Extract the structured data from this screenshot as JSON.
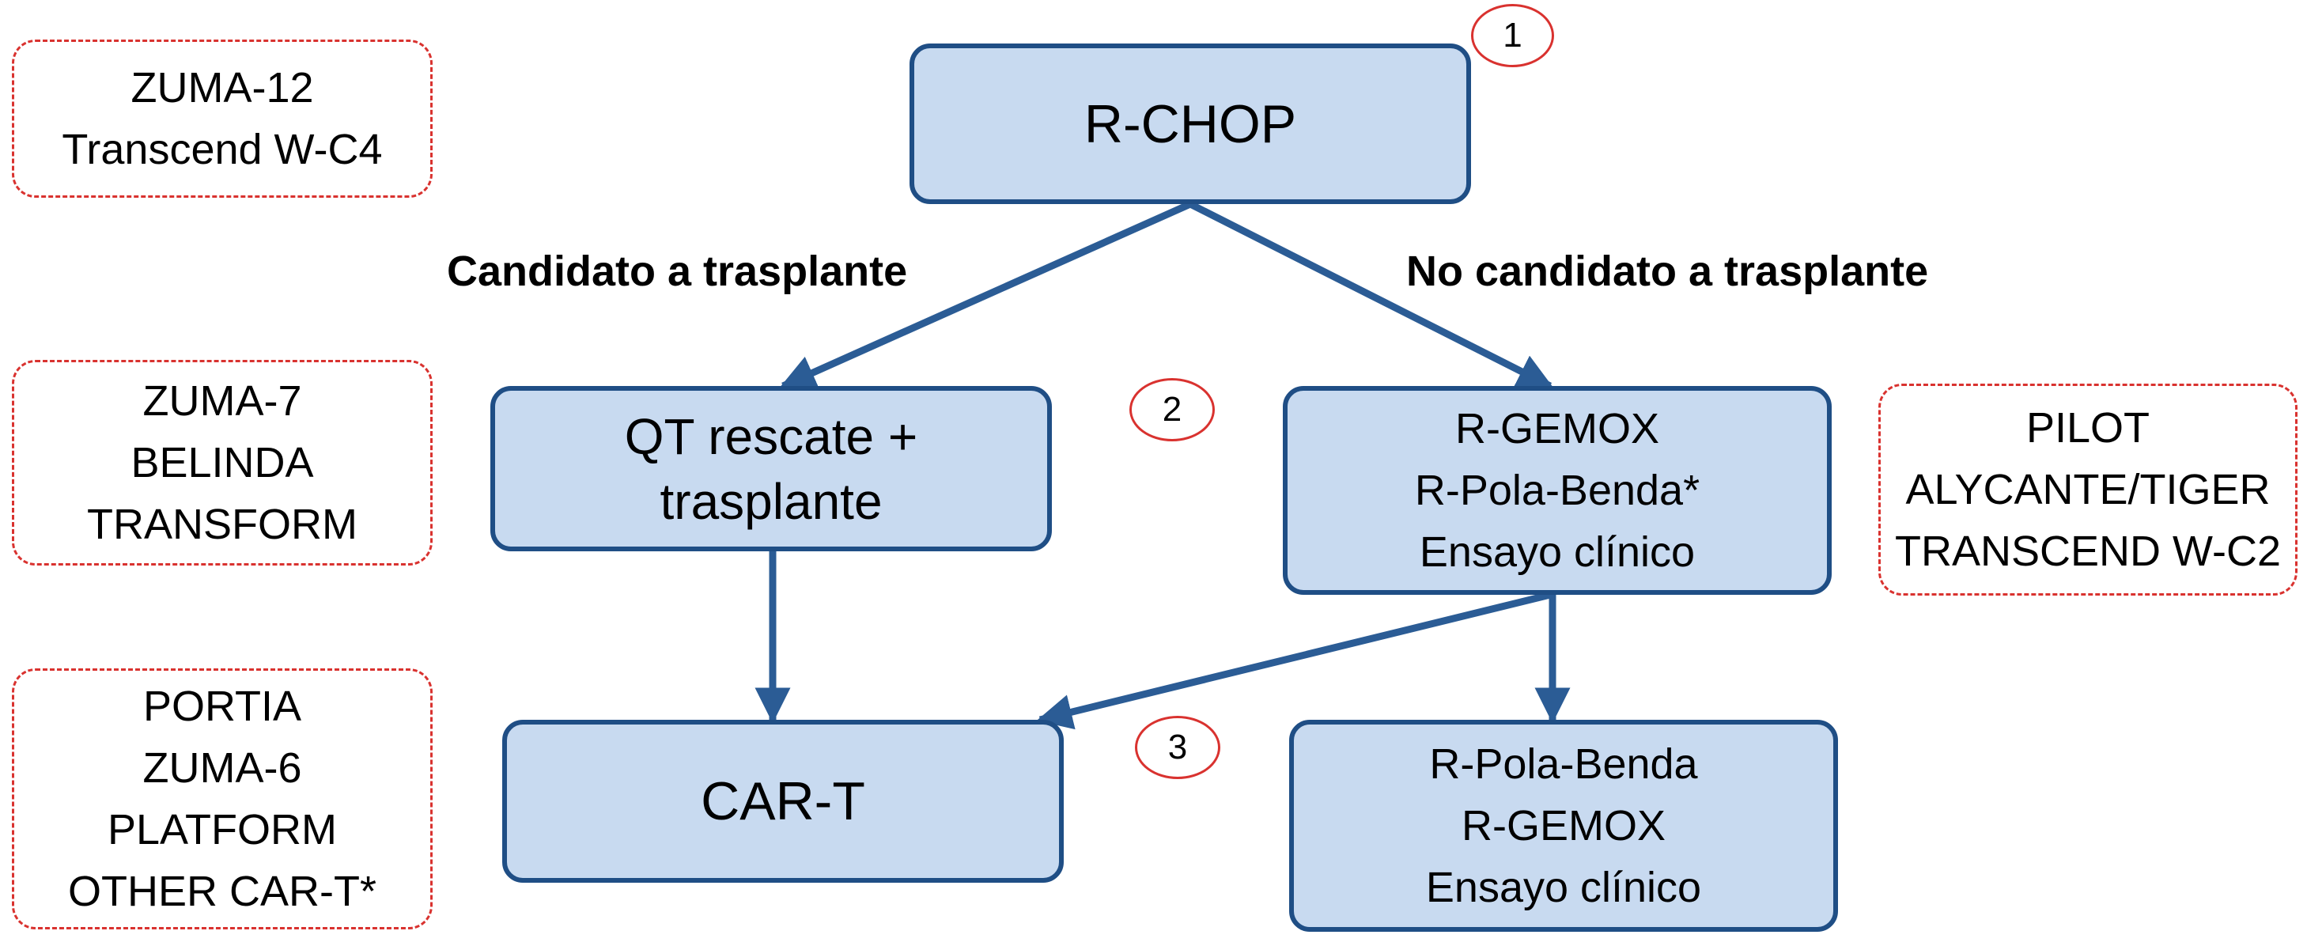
{
  "colors": {
    "box_fill": "#c8daf0",
    "box_border": "#1f4e85",
    "arrow": "#2b5c95",
    "trial_border": "#d9322f"
  },
  "nodes": {
    "rchop": {
      "lines": [
        "R-CHOP"
      ]
    },
    "qt": {
      "lines": [
        "QT rescate +",
        "trasplante"
      ]
    },
    "rgemox": {
      "lines": [
        "R-GEMOX",
        "R-Pola-Benda*",
        "Ensayo clínico"
      ]
    },
    "cart": {
      "lines": [
        "CAR-T"
      ]
    },
    "rpola": {
      "lines": [
        "R-Pola-Benda",
        "R-GEMOX",
        "Ensayo clínico"
      ]
    }
  },
  "branches": {
    "left": "Candidato a trasplante",
    "right": "No candidato a trasplante"
  },
  "steps": [
    "1",
    "2",
    "3"
  ],
  "trials": {
    "first_line": [
      "ZUMA-12",
      "Transcend W-C4"
    ],
    "second_line_transplant": [
      "ZUMA-7",
      "BELINDA",
      "TRANSFORM"
    ],
    "second_line_no_transplant": [
      "PILOT",
      "ALYCANTE/TIGER",
      "TRANSCEND W-C2"
    ],
    "third_line": [
      "PORTIA",
      "ZUMA-6",
      "PLATFORM",
      "OTHER CAR-T*"
    ]
  }
}
